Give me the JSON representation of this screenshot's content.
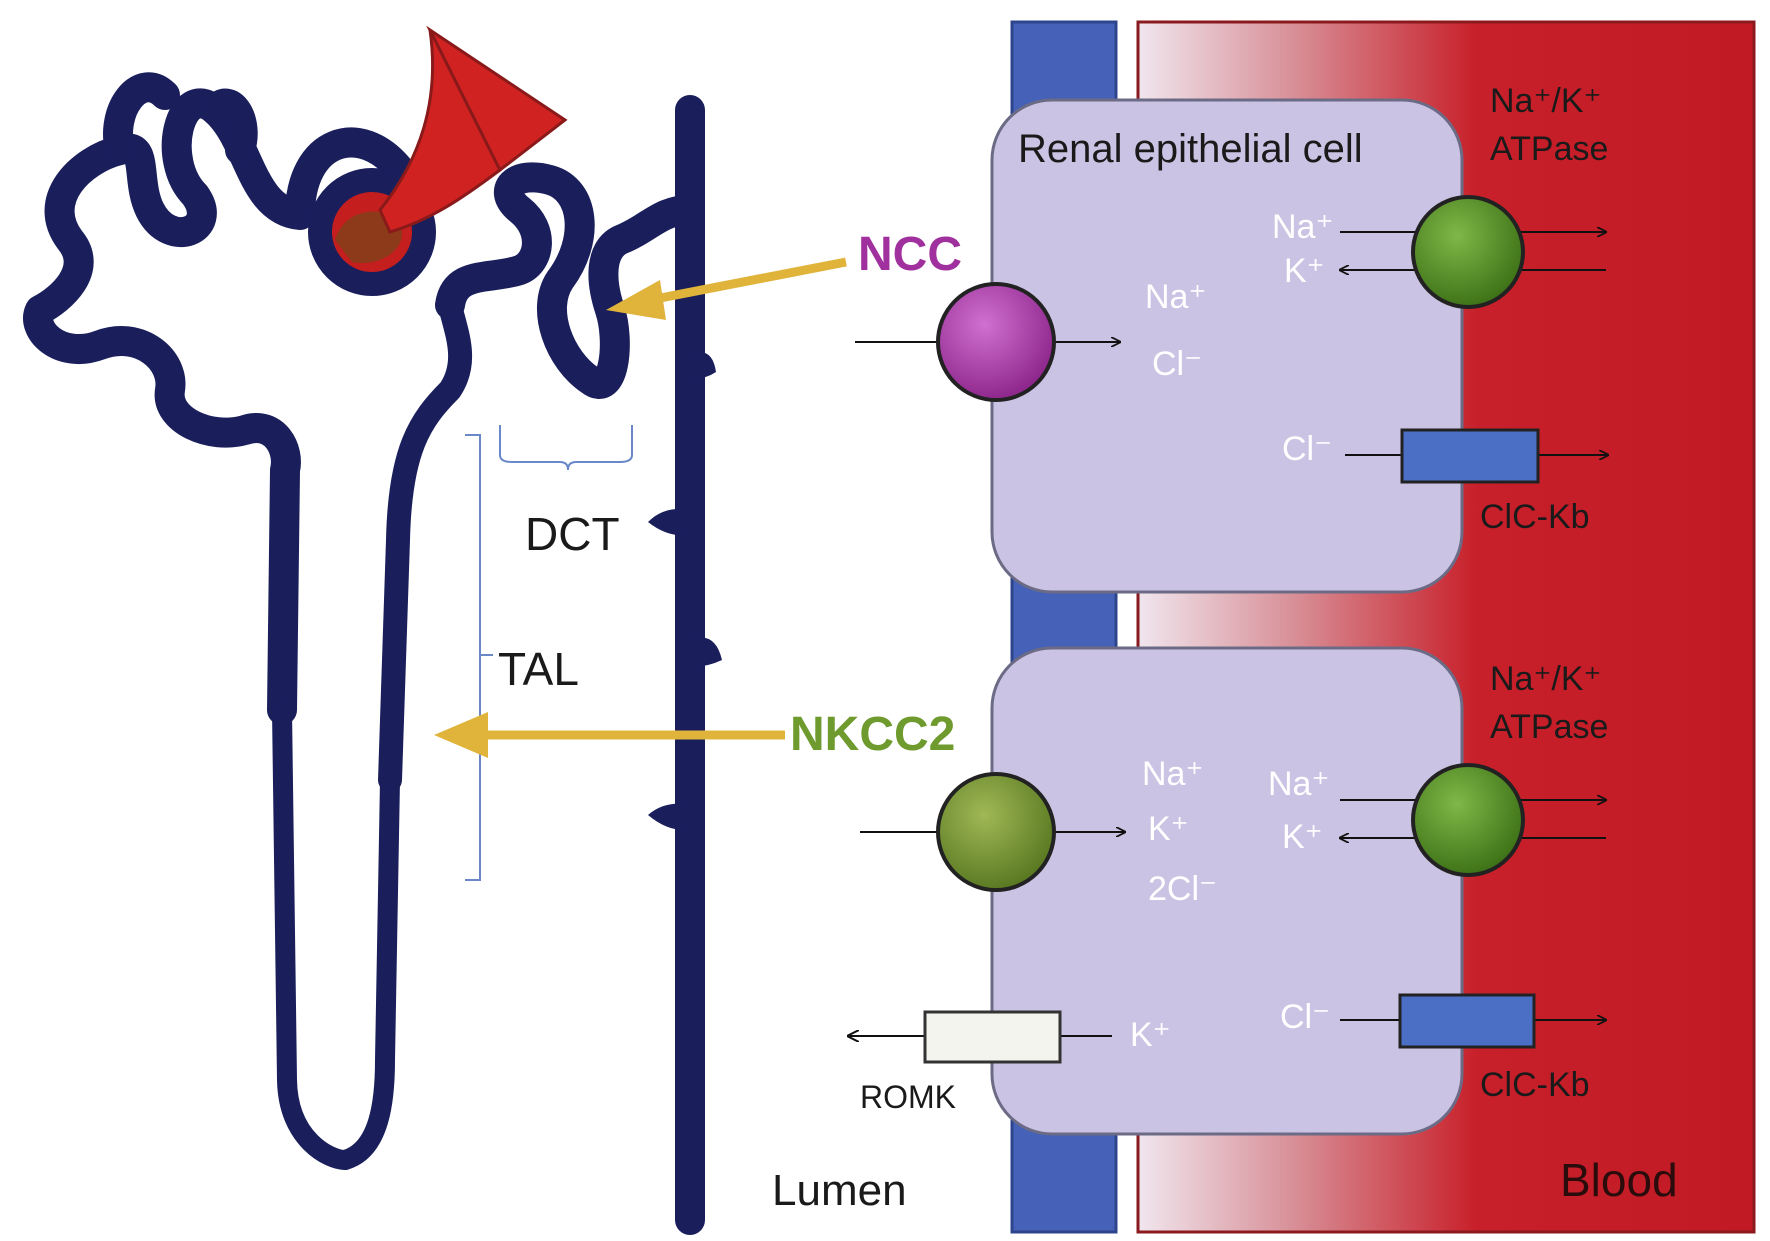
{
  "labels": {
    "dct": "DCT",
    "tal": "TAL",
    "ncc": "NCC",
    "nkcc2": "NKCC2",
    "renal_cell": "Renal epithelial cell",
    "lumen": "Lumen",
    "blood": "Blood"
  },
  "top_cell": {
    "pump_label_1": "Na⁺/K⁺",
    "pump_label_2": "ATPase",
    "pump_na": "Na⁺",
    "pump_k": "K⁺",
    "ncc_na": "Na⁺",
    "ncc_cl": "Cl⁻",
    "clc_cl": "Cl⁻",
    "clc_label": "ClC-Kb"
  },
  "bottom_cell": {
    "pump_label_1": "Na⁺/K⁺",
    "pump_label_2": "ATPase",
    "pump_na": "Na⁺",
    "pump_k": "K⁺",
    "nkcc_na": "Na⁺",
    "nkcc_k": "K⁺",
    "nkcc_cl": "2Cl⁻",
    "clc_cl": "Cl⁻",
    "clc_label": "ClC-Kb",
    "romk_k": "K⁺",
    "romk_label": "ROMK"
  },
  "colors": {
    "nephron": "#1a1f5c",
    "glomerulus": "#c41e1e",
    "arrow": "#e0b43a",
    "ncc": "#a0309e",
    "nkcc2": "#6e9a2e",
    "pump": "#4e8a1e",
    "cell": "#cbc3e3",
    "membrane_blue": "#4661b8",
    "blood": "#c8202a",
    "clc": "#4a6fc4",
    "romk": "#f4f4ee"
  }
}
